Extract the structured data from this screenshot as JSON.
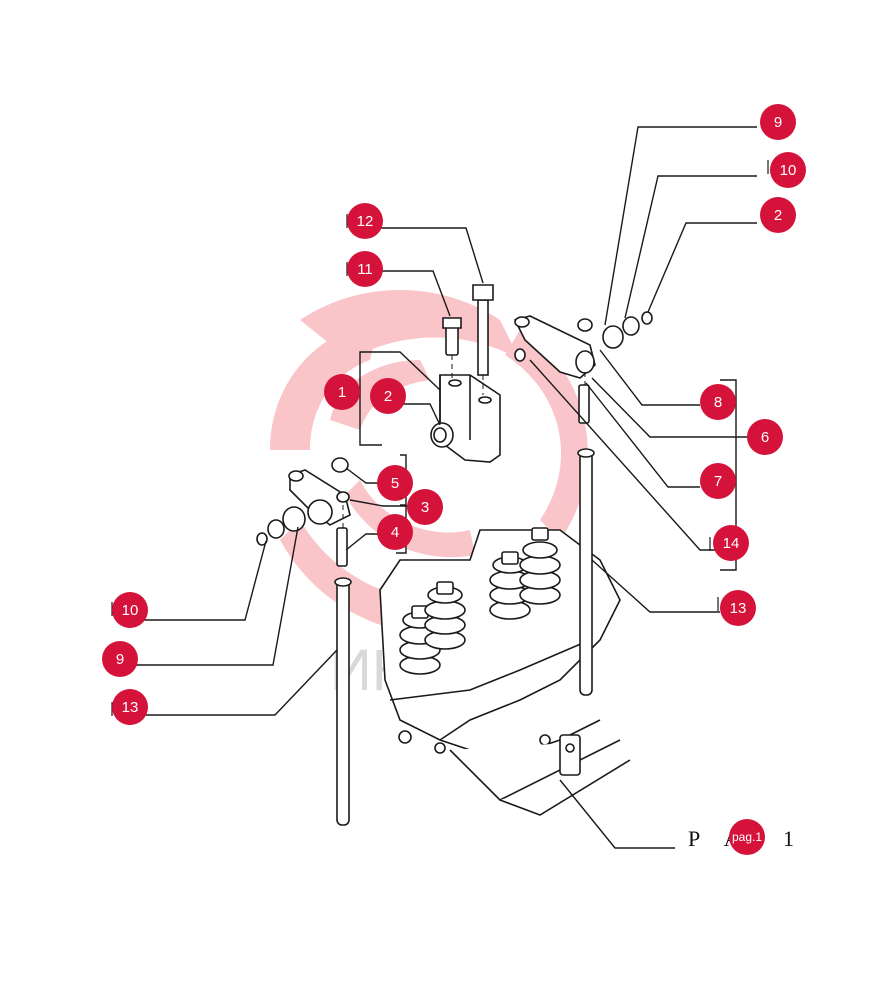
{
  "watermark_text": "ИНТЕХ",
  "callouts": [
    "9",
    "10",
    "2",
    "12",
    "11",
    "1",
    "2",
    "5",
    "3",
    "4",
    "8",
    "6",
    "7",
    "14",
    "13",
    "10",
    "9",
    "13",
    "pag.1"
  ],
  "page_ref": {
    "prefix": "P A",
    "suffix": "1"
  },
  "colors": {
    "callout": "#d5133a",
    "watermark": "#f7b2b8",
    "line": "#1a1a1a"
  }
}
